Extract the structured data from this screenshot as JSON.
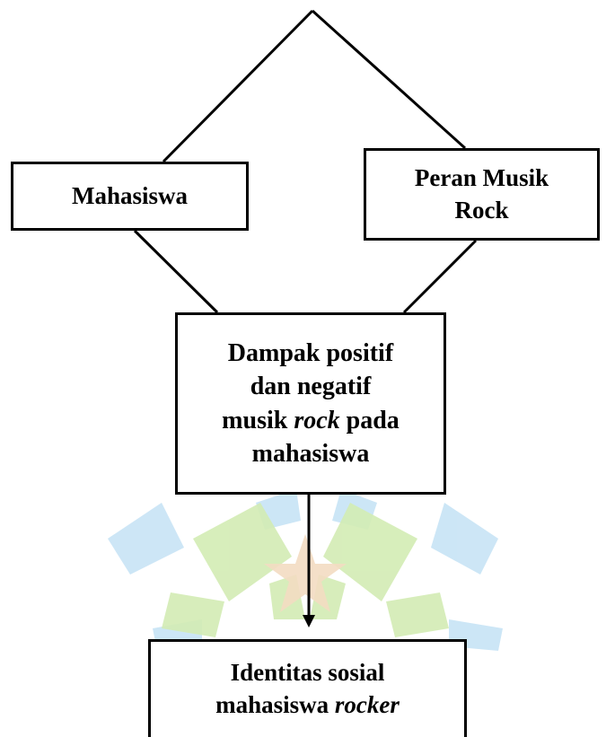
{
  "diagram": {
    "nodes": {
      "mahasiswa": {
        "text": "Mahasiswa"
      },
      "peran": {
        "line1": "Peran Musik",
        "line2": "Rock"
      },
      "dampak": {
        "line1": "Dampak positif",
        "line2": "dan negatif",
        "line3_pre": "musik ",
        "line3_italic": "rock",
        "line3_post": " pada",
        "line4": "mahasiswa"
      },
      "identitas": {
        "line1": "Identitas sosial",
        "line2_pre": "mahasiswa ",
        "line2_italic": "rocker"
      }
    },
    "edges": [
      {
        "from": "mahasiswa",
        "to": "peran",
        "style": "line"
      },
      {
        "from": "mahasiswa",
        "to": "dampak",
        "style": "line"
      },
      {
        "from": "peran",
        "to": "dampak",
        "style": "line"
      },
      {
        "from": "dampak",
        "to": "identitas",
        "style": "arrow"
      }
    ],
    "colors": {
      "line": "#000000",
      "box_border": "#000000",
      "box_fill": "#ffffff",
      "watermark_blue": "#c4e2f5",
      "watermark_green": "#d3ecb4",
      "watermark_star": "#f3dcc2"
    }
  }
}
